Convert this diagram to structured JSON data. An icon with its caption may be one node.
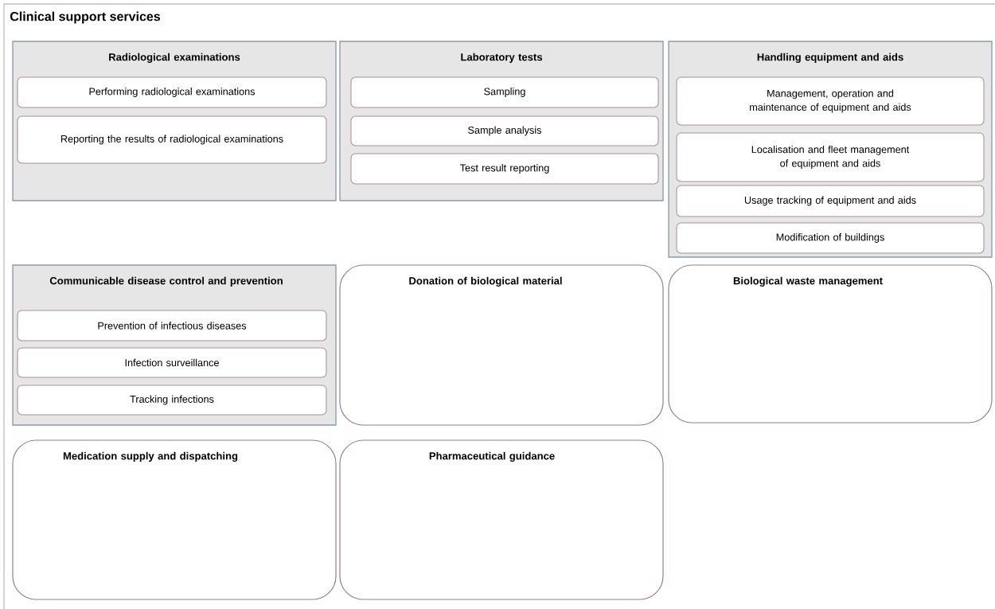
{
  "diagram": {
    "title": "Clinical support services",
    "nodes": [
      {
        "text": [
          "Radiological examinations"
        ]
      },
      {
        "text": [
          "Performing radiological examinations"
        ],
        "in": 0
      },
      {
        "text": [
          "Reporting the results of radiological examinations"
        ],
        "in": 0
      },
      {
        "text": [
          "Laboratory tests"
        ]
      },
      {
        "text": [
          "Sampling"
        ],
        "in": 3
      },
      {
        "text": [
          "Sample analysis"
        ],
        "in": 3
      },
      {
        "text": [
          "Test result reporting"
        ],
        "in": 3
      },
      {
        "text": [
          "Handling equipment and aids"
        ]
      },
      {
        "text": [
          "Management, operation and maintenance of equipment and aids"
        ],
        "in": 7
      },
      {
        "text": [
          "Localisation and fleet management of equipment and aids"
        ],
        "in": 7
      },
      {
        "text": [
          "Usage tracking of equipment and aids"
        ],
        "in": 7
      },
      {
        "text": [
          "Modification of buildings"
        ],
        "in": 7
      },
      {
        "text": [
          "Communicable disease control and prevention"
        ]
      },
      {
        "text": [
          "Prevention of infectious diseases"
        ],
        "in": 12
      },
      {
        "text": [
          "Infection surveillance"
        ],
        "in": 12
      },
      {
        "text": [
          "Tracking infections"
        ],
        "in": 12
      },
      {
        "text": [
          "Donation of biological material"
        ]
      },
      {
        "text": [
          "Biological waste management"
        ]
      },
      {
        "text": [
          "Medication supply and dispatching"
        ]
      },
      {
        "text": [
          "Pharmaceutical guidance"
        ]
      }
    ]
  }
}
